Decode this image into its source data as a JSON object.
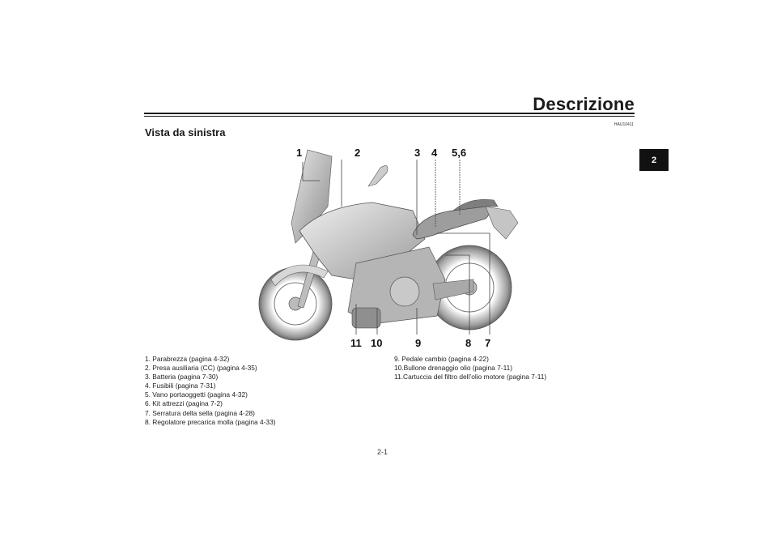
{
  "header": {
    "chapter_title": "Descrizione",
    "section_code": "HAU10411",
    "section_title": "Vista da sinistra"
  },
  "chapter_tab": {
    "label": "2"
  },
  "figure": {
    "description": "Motorcycle left side view illustration",
    "callouts": [
      "1",
      "2",
      "3",
      "4",
      "5,6",
      "11",
      "10",
      "9",
      "8",
      "7"
    ]
  },
  "legend": {
    "left": [
      "1. Parabrezza (pagina 4-32)",
      "2. Presa ausiliaria (CC) (pagina 4-35)",
      "3. Batteria (pagina 7-30)",
      "4. Fusibili (pagina 7-31)",
      "5. Vano portaoggetti (pagina 4-32)",
      "6. Kit attrezzi (pagina 7-2)",
      "7. Serratura della sella (pagina 4-28)",
      "8. Regolatore precarica molla (pagina 4-33)"
    ],
    "right": [
      "9.  Pedale cambio (pagina 4-22)",
      "10.Bullone drenaggio olio (pagina 7-11)",
      "11.Cartuccia del filtro dell’olio motore (pagina 7-11)"
    ]
  },
  "footer": {
    "page_number": "2-1"
  }
}
